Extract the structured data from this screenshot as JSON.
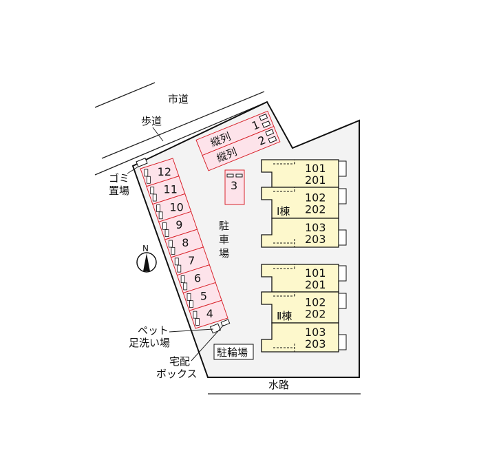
{
  "roads": {
    "city_road": "市道",
    "sidewalk": "歩道",
    "waterway": "水路"
  },
  "facilities": {
    "garbage": [
      "ゴミ",
      "置場"
    ],
    "pet_wash": [
      "ペット",
      "足洗い場"
    ],
    "delivery_box": [
      "宅配",
      "ボックス"
    ],
    "bicycle_parking": "駐輪場",
    "parking_lot": [
      "駐",
      "車",
      "場"
    ]
  },
  "compass": "N",
  "parking": {
    "tandem_label": "縦列",
    "tandem_spaces": [
      "1",
      "2"
    ],
    "single_space": "3",
    "strip_spaces": [
      "12",
      "11",
      "10",
      "9",
      "8",
      "7",
      "6",
      "5",
      "4"
    ]
  },
  "buildings": [
    {
      "name": "Ⅰ棟",
      "units": [
        [
          "101",
          "201"
        ],
        [
          "102",
          "202"
        ],
        [
          "103",
          "203"
        ]
      ]
    },
    {
      "name": "Ⅱ棟",
      "units": [
        [
          "101",
          "201"
        ],
        [
          "102",
          "202"
        ],
        [
          "103",
          "203"
        ]
      ]
    }
  ],
  "colors": {
    "lot": "#f3f3f3",
    "parking_fill": "#fde3ea",
    "parking_stroke": "#d9262e",
    "building_fill": "#fdf8cc"
  }
}
